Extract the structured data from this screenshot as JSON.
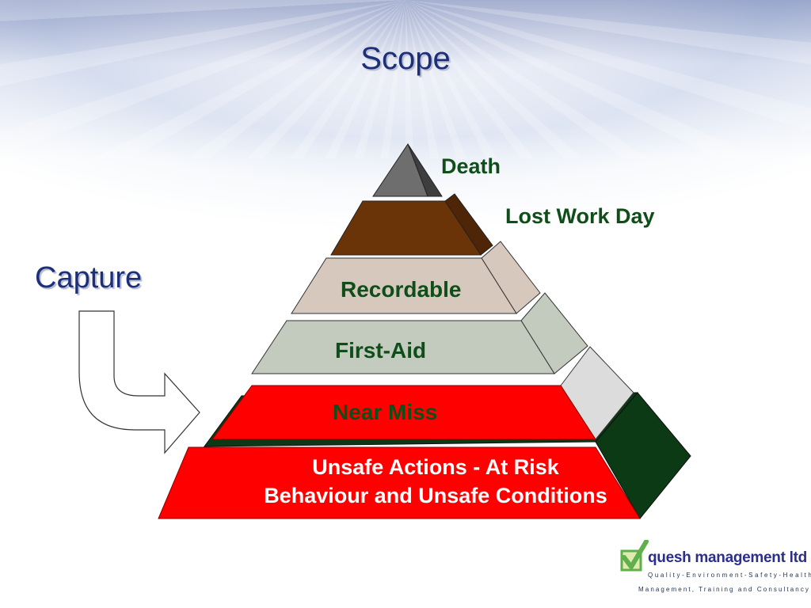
{
  "slide": {
    "title": "Scope",
    "side_label": "Capture"
  },
  "pyramid": {
    "levels": [
      {
        "label": "Death",
        "color": "#6e6e6e"
      },
      {
        "label": "Lost Work Day",
        "color": "#6b3408"
      },
      {
        "label": "Recordable",
        "color": "#d6c8bd"
      },
      {
        "label": "First-Aid",
        "color": "#c3cbbf"
      },
      {
        "label": "Near Miss",
        "color": "#ff0000"
      },
      {
        "label_line1": "Unsafe Actions  -  At Risk",
        "label_line2": "Behaviour and Unsafe Conditions",
        "color": "#ff0000"
      }
    ]
  },
  "logo": {
    "name": "quesh management ltd",
    "tagline1": "Quality-Environment-Safety-Health",
    "tagline2": "Management, Training and Consultancy",
    "accent": "#5fb04a"
  }
}
